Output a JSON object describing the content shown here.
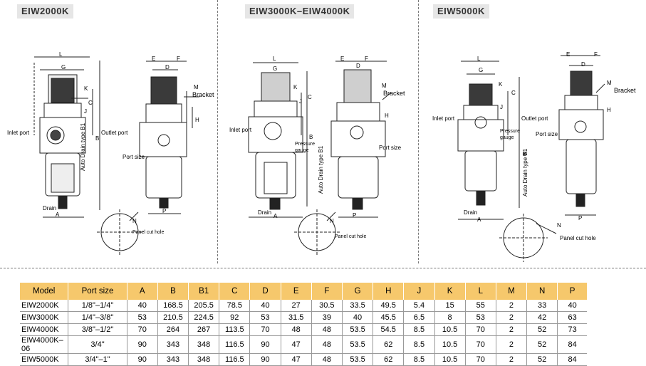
{
  "panels": [
    {
      "model": "EIW2000K"
    },
    {
      "model": "EIW3000K–EIW4000K"
    },
    {
      "model": "EIW5000K"
    }
  ],
  "labels": {
    "inlet_port": "Inlet port",
    "outlet_port": "Outlet port",
    "drain": "Drain",
    "auto_drain": "Auto Drain type B1",
    "port_size": "Port size",
    "bracket": "Bracket",
    "pressure_gauge": "Pressure gauge",
    "panel_cut_hole": "Panel cut hole",
    "dims": {
      "L": "L",
      "G": "G",
      "K": "K",
      "C": "C",
      "J": "J",
      "B": "B",
      "A": "A",
      "E": "E",
      "D": "D",
      "F": "F",
      "M": "M",
      "H": "H",
      "P": "P",
      "N": "N"
    }
  },
  "table": {
    "headers": [
      "Model",
      "Port size",
      "A",
      "B",
      "B1",
      "C",
      "D",
      "E",
      "F",
      "G",
      "H",
      "J",
      "K",
      "L",
      "M",
      "N",
      "P"
    ],
    "rows": [
      [
        "EIW2000K",
        "1/8\"–1/4\"",
        "40",
        "168.5",
        "205.5",
        "78.5",
        "40",
        "27",
        "30.5",
        "33.5",
        "49.5",
        "5.4",
        "15",
        "55",
        "2",
        "33",
        "40"
      ],
      [
        "EIW3000K",
        "1/4\"–3/8\"",
        "53",
        "210.5",
        "224.5",
        "92",
        "53",
        "31.5",
        "39",
        "40",
        "45.5",
        "6.5",
        "8",
        "53",
        "2",
        "42",
        "63"
      ],
      [
        "EIW4000K",
        "3/8\"–1/2\"",
        "70",
        "264",
        "267",
        "113.5",
        "70",
        "48",
        "48",
        "53.5",
        "54.5",
        "8.5",
        "10.5",
        "70",
        "2",
        "52",
        "73"
      ],
      [
        "EIW4000K–06",
        "3/4\"",
        "90",
        "343",
        "348",
        "116.5",
        "90",
        "47",
        "48",
        "53.5",
        "62",
        "8.5",
        "10.5",
        "70",
        "2",
        "52",
        "84"
      ],
      [
        "EIW5000K",
        "3/4\"–1\"",
        "90",
        "343",
        "348",
        "116.5",
        "90",
        "47",
        "48",
        "53.5",
        "62",
        "8.5",
        "10.5",
        "70",
        "2",
        "52",
        "84"
      ]
    ]
  }
}
